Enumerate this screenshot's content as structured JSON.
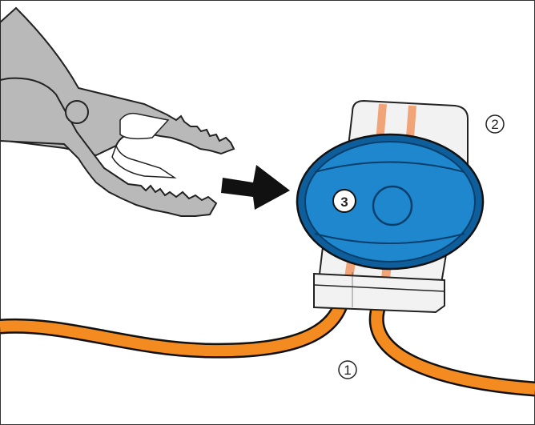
{
  "callouts": {
    "wires": "1",
    "connector": "2",
    "button": "3"
  },
  "icons": {
    "tool": "slip-joint-pliers-icon",
    "arrow": "push-arrow-icon"
  },
  "colors": {
    "wire_orange": "#F48B20",
    "wire_orange_dark": "#9A4A05",
    "connector_body": "#F2F2F2",
    "button_blue": "#1E87CE",
    "button_blue_dark": "#0E5E9C",
    "pliers_gray": "#B9B9B9",
    "arrow_black": "#111111"
  }
}
